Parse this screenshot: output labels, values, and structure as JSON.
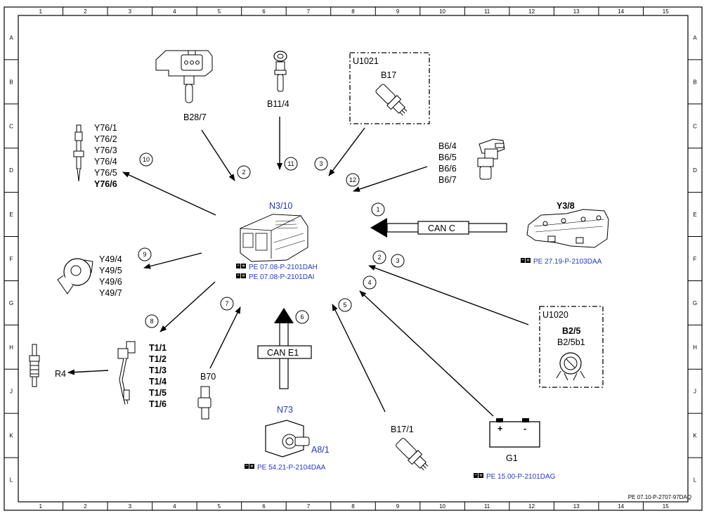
{
  "grid": {
    "columns": [
      "1",
      "2",
      "3",
      "4",
      "5",
      "6",
      "7",
      "8",
      "9",
      "10",
      "11",
      "12",
      "13",
      "14",
      "15"
    ],
    "rows": [
      "A",
      "B",
      "C",
      "D",
      "E",
      "F",
      "G",
      "H",
      "J",
      "K",
      "L"
    ]
  },
  "doc_ref": "PE 07.10-P-2707-97DAQ",
  "center": {
    "label": "N3/10",
    "refs": [
      "PE 07.08-P-2101DAH",
      "PE 07.08-P-2101DAI"
    ]
  },
  "components": {
    "b28_7": "B28/7",
    "b11_4": "B11/4",
    "u1021": "U1021",
    "b17": "B17",
    "b6": [
      "B6/4",
      "B6/5",
      "B6/6",
      "B6/7"
    ],
    "y76": [
      "Y76/1",
      "Y76/2",
      "Y76/3",
      "Y76/4",
      "Y76/5",
      "Y76/6"
    ],
    "y3_8": "Y3/8",
    "y3_8_ref": "PE 27.19-P-2103DAA",
    "y49": [
      "Y49/4",
      "Y49/5",
      "Y49/6",
      "Y49/7"
    ],
    "t1": [
      "T1/1",
      "T1/2",
      "T1/3",
      "T1/4",
      "T1/5",
      "T1/6"
    ],
    "r4": "R4",
    "b70": "B70",
    "n73": "N73",
    "a8_1": "A8/1",
    "n73_ref": "PE 54.21-P-2104DAA",
    "b17_1": "B17/1",
    "g1": "G1",
    "g1_plus": "+",
    "g1_minus": "-",
    "g1_ref": "PE 15.00-P-2101DAG",
    "u1020": "U1020",
    "b2_5": "B2/5",
    "b2_5b1": "B2/5b1"
  },
  "buses": {
    "can_c": "CAN C",
    "can_e1": "CAN E1"
  },
  "numbers": [
    "1",
    "2",
    "3",
    "4",
    "5",
    "6",
    "7",
    "8",
    "9",
    "10",
    "11",
    "12"
  ],
  "icons": [
    "ecu-module",
    "pressure-sensor",
    "temperature-sensor",
    "speed-sensor",
    "crank-sensor",
    "glow-plug",
    "valve-block",
    "actuator-valve",
    "ignition-coil",
    "spark-plug",
    "position-sensor",
    "key-module",
    "battery",
    "knock-sensor",
    "book-reference-icon"
  ]
}
